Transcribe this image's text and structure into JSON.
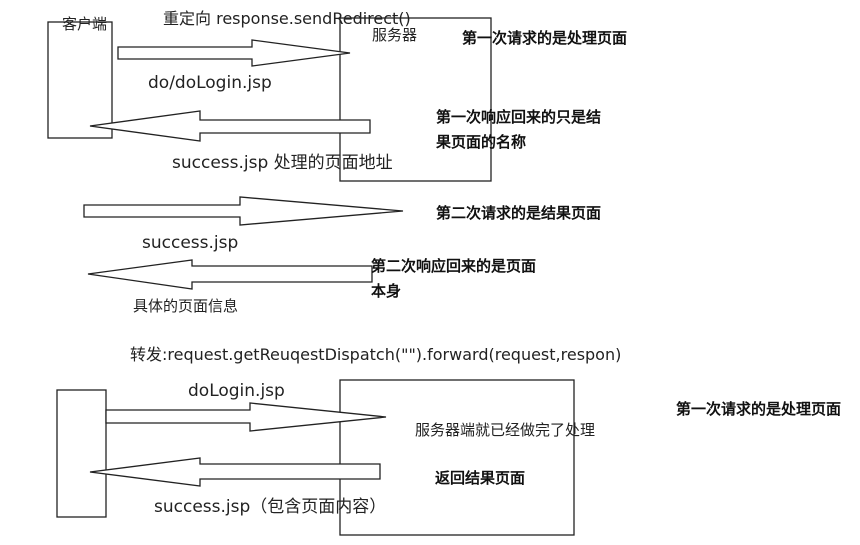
{
  "redirect": {
    "heading": "重定向 response.sendRedirect()",
    "client_label": "客户端",
    "server_label": "服务器",
    "arrow1_label": "do/doLogin.jsp",
    "arrow2_label": "success.jsp 处理的页面地址",
    "arrow3_label": "success.jsp",
    "arrow4_label": "具体的页面信息",
    "note1": "第一次请求的是处理页面",
    "note2": "第一次响应回来的只是结果页面的名称",
    "note3": "第二次请求的是结果页面",
    "note4": "第二次响应回来的是页面本身"
  },
  "forward": {
    "heading": "转发:request.getReuqestDispatch(\"\").forward(request,respon)",
    "arrow1_label": "doLogin.jsp",
    "server_text": "服务器端就已经做完了处理",
    "server_result": "返回结果页面",
    "arrow2_label": "success.jsp（包含页面内容）",
    "note1": "第一次请求的是处理页面"
  }
}
